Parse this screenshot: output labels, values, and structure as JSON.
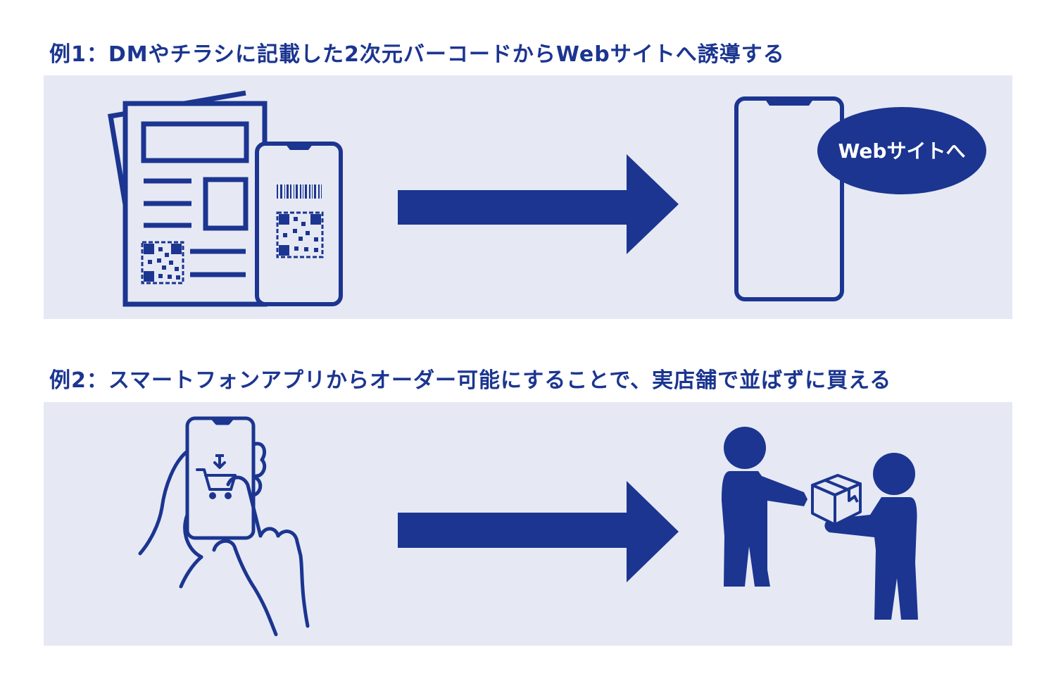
{
  "example1": {
    "heading": "例1：DMやチラシに記載した2次元バーコードからWebサイトへ誘導する",
    "bubble_text": "Webサイトへ"
  },
  "example2": {
    "heading": "例2：スマートフォンアプリからオーダー可能にすることで、実店舗で並ばずに買える"
  },
  "colors": {
    "primary": "#1b3590",
    "panel_bg": "#e6e9f4"
  },
  "icons": {
    "example1_left": "flyer-with-qr-and-phone-icon",
    "example1_right": "smartphone-with-speech-bubble-icon",
    "example2_left": "hands-holding-phone-shopping-cart-icon",
    "example2_right": "people-handing-package-icon",
    "arrow": "right-arrow-icon"
  }
}
